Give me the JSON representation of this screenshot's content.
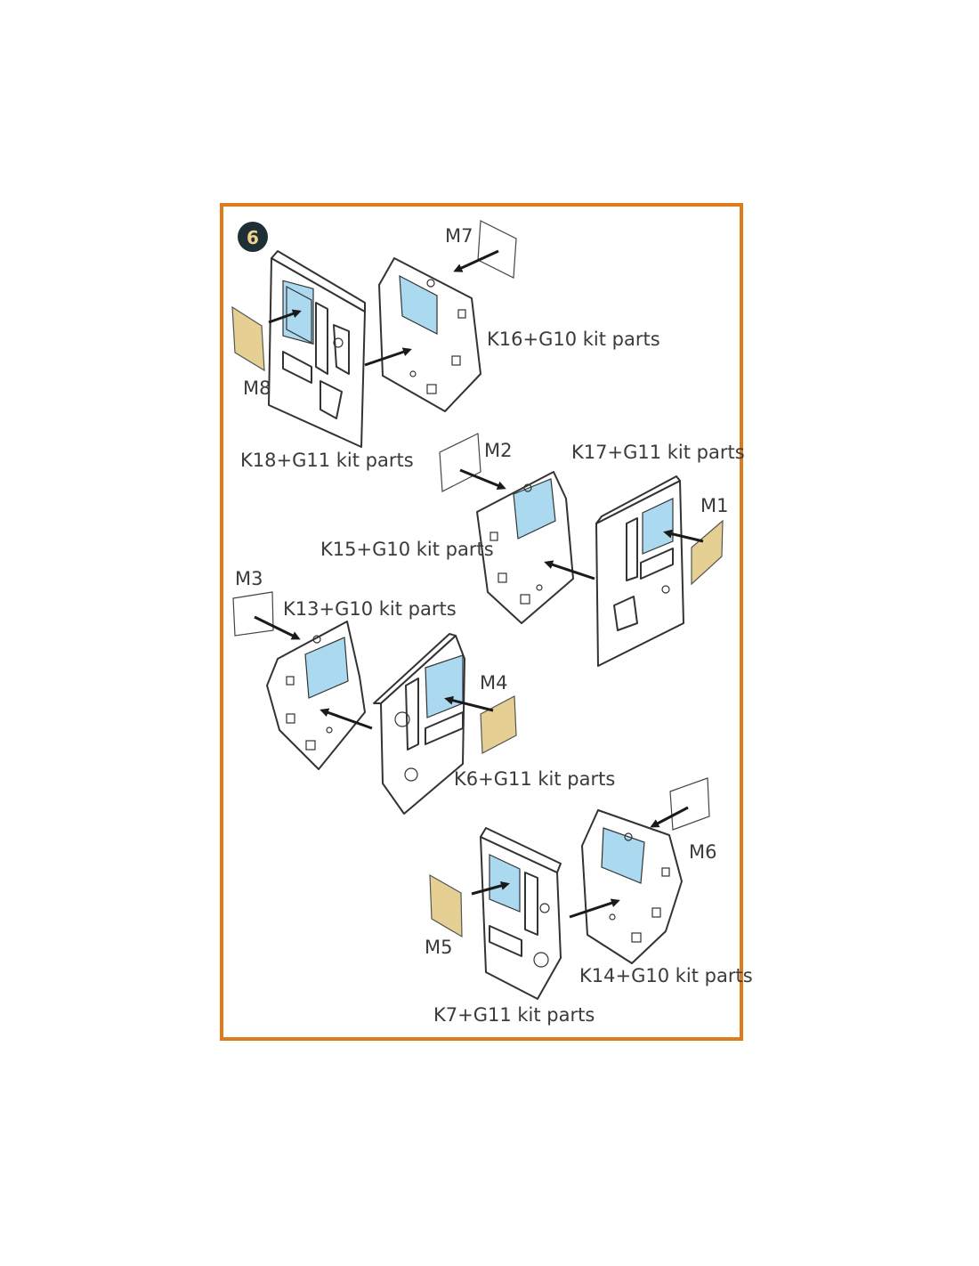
{
  "step": {
    "number": "6",
    "badge_color": "#1e2f36",
    "badge_text_color": "#f0d28a",
    "frame_color": "#e07b1c"
  },
  "colors": {
    "glass": "#aad9f0",
    "tan_mask": "#e5cf93",
    "clear_mask": "#ffffff"
  },
  "labels": {
    "m1": "M1",
    "m2": "M2",
    "m3": "M3",
    "m4": "M4",
    "m5": "M5",
    "m6": "M6",
    "m7": "M7",
    "m8": "M8",
    "k16": "K16+G10 kit parts",
    "k18": "K18+G11 kit parts",
    "k17": "K17+G11 kit parts",
    "k15": "K15+G10 kit parts",
    "k13": "K13+G10 kit parts",
    "k6": "K6+G11 kit parts",
    "k14": "K14+G10 kit parts",
    "k7": "K7+G11 kit parts"
  }
}
